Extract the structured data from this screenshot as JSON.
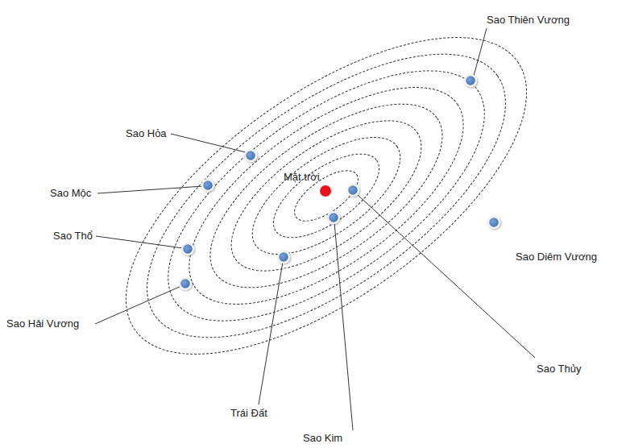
{
  "diagram": {
    "labels": [
      "Sao Thiên Vương",
      "Sao Hỏa",
      "Mặt trời",
      "Sao Mộc",
      "Sao Thổ",
      "Sao Diêm Vương",
      "Sao Hải Vương",
      "Sao Thủy",
      "Trái Đất",
      "Sao Kim"
    ]
  }
}
